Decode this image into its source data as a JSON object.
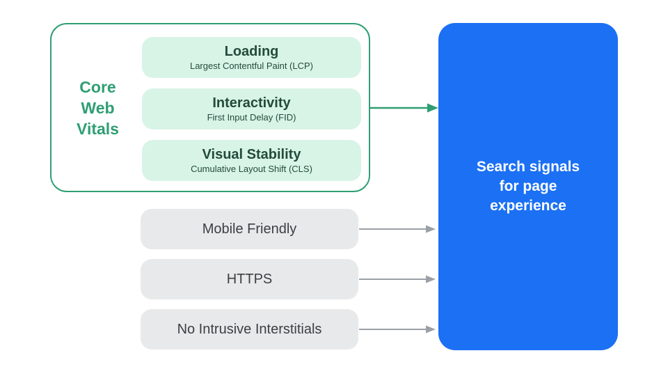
{
  "colors": {
    "green": "#2f9e73",
    "green-fill": "#d8f4e7",
    "green-text": "#234b3a",
    "blue": "#1b70f4",
    "gray-fill": "#e8e9ea",
    "gray-text": "#3c4043",
    "arrow-gray": "#9aa0a6",
    "bg": "#ffffff"
  },
  "diagram": {
    "core_web_vitals": {
      "label": "Core\nWeb\nVitals",
      "items": [
        {
          "title": "Loading",
          "subtitle": "Largest Contentful Paint (LCP)"
        },
        {
          "title": "Interactivity",
          "subtitle": "First Input Delay (FID)"
        },
        {
          "title": "Visual Stability",
          "subtitle": "Cumulative Layout Shift (CLS)"
        }
      ]
    },
    "other_signals": [
      {
        "label": "Mobile Friendly"
      },
      {
        "label": "HTTPS"
      },
      {
        "label": "No Intrusive Interstitials"
      }
    ],
    "result_box": {
      "label": "Search signals\nfor page\nexperience"
    }
  }
}
